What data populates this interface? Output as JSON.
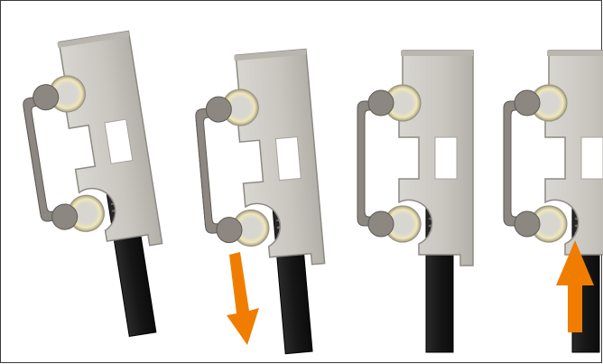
{
  "diagram": {
    "steps": [
      {
        "id": "step-1",
        "state": "tilted",
        "arrow": "none"
      },
      {
        "id": "step-2",
        "state": "pull-down",
        "arrow": "down"
      },
      {
        "id": "step-3",
        "state": "seated",
        "arrow": "none"
      },
      {
        "id": "step-4",
        "state": "locked",
        "arrow": "up"
      }
    ],
    "colors": {
      "border": "#3a3a3a",
      "plate": "#c9c6c0",
      "plate_edge": "#8d8a84",
      "rail": "#8c8780",
      "rail_edge": "#5e5a55",
      "latch": "#1c1c1c",
      "spring": "#5a5a5a",
      "arrow": "#f07d00"
    }
  }
}
